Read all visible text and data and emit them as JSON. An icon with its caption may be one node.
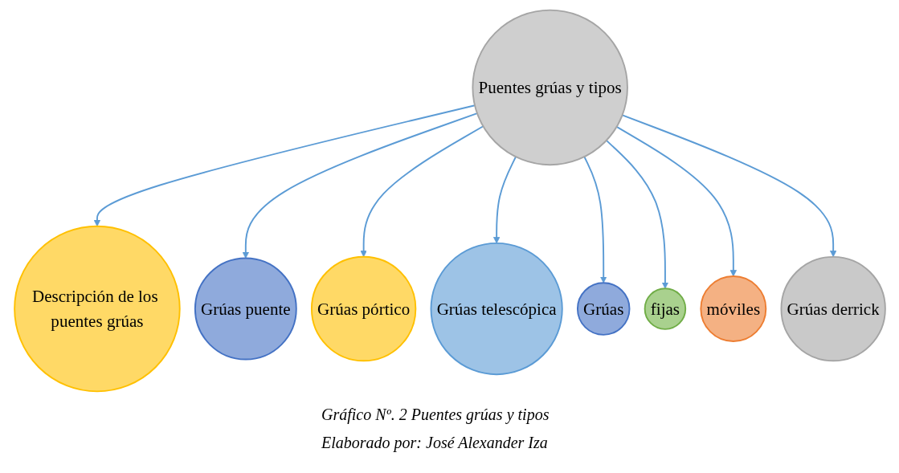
{
  "diagram": {
    "caption": "Gráfico Nº. 2 Puentes grúas y tipos",
    "nodes": [
      {
        "text": [
          "Puentes grúas y tipos"
        ]
      },
      {
        "text": [
          "Descripción de los puentes grúas"
        ]
      },
      {
        "text": [
          "Grúas puente"
        ]
      },
      {
        "text": [
          "Grúas pórtico"
        ]
      },
      {
        "text": [
          "Grúas telescópica"
        ]
      },
      {
        "text": [
          "Grúas"
        ]
      },
      {
        "text": [
          "fijas"
        ]
      },
      {
        "text": [
          "móviles"
        ]
      },
      {
        "text": [
          "Grúas derrick"
        ]
      }
    ],
    "edges": [
      {
        "from": 0,
        "to": 1,
        "arrow": "to"
      },
      {
        "from": 0,
        "to": 2,
        "arrow": "to"
      },
      {
        "from": 0,
        "to": 3,
        "arrow": "to"
      },
      {
        "from": 0,
        "to": 4,
        "arrow": "to"
      },
      {
        "from": 0,
        "to": 5,
        "arrow": "to"
      },
      {
        "from": 0,
        "to": 6,
        "arrow": "to"
      },
      {
        "from": 0,
        "to": 7,
        "arrow": "to"
      },
      {
        "from": 0,
        "to": 8,
        "arrow": "to"
      }
    ],
    "labels": [
      "Elaborado por: José Alexander Iza"
    ]
  }
}
